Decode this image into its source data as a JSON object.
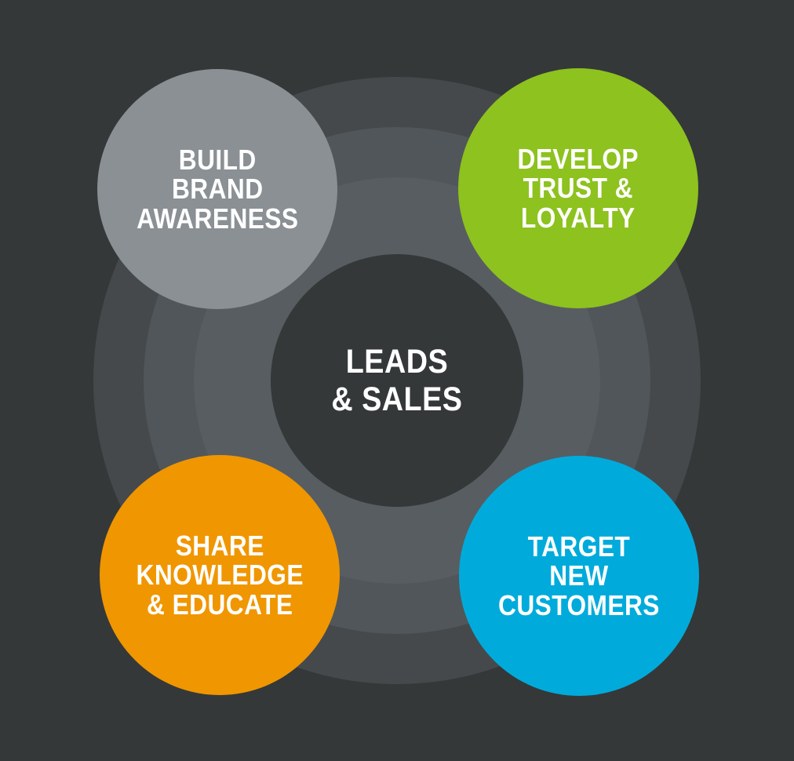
{
  "canvas": {
    "background": "#343839"
  },
  "rings": [
    {
      "name": "outer",
      "radius": 387,
      "color": "#45494c"
    },
    {
      "name": "middle",
      "radius": 323,
      "color": "#51565a"
    },
    {
      "name": "inner",
      "radius": 259,
      "color": "#585d61"
    }
  ],
  "center": {
    "label_lines": [
      "LEADS",
      "& SALES"
    ],
    "circle_color": "#343839",
    "text_color": "#ffffff"
  },
  "nodes": [
    {
      "id": "build-brand-awareness",
      "label_lines": [
        "BUILD",
        "BRAND",
        "AWARENESS"
      ],
      "circle_color": "#8a9094",
      "text_color": "#ffffff",
      "position": "top-left"
    },
    {
      "id": "develop-trust-loyalty",
      "label_lines": [
        "DEVELOP",
        "TRUST &",
        "LOYALTY"
      ],
      "circle_color": "#8dc21f",
      "text_color": "#ffffff",
      "position": "top-right"
    },
    {
      "id": "share-knowledge-educate",
      "label_lines": [
        "SHARE",
        "KNOWLEDGE",
        "& EDUCATE"
      ],
      "circle_color": "#f09600",
      "text_color": "#ffffff",
      "position": "bottom-left"
    },
    {
      "id": "target-new-customers",
      "label_lines": [
        "TARGET",
        "NEW",
        "CUSTOMERS"
      ],
      "circle_color": "#00abdb",
      "text_color": "#ffffff",
      "position": "bottom-right"
    }
  ]
}
